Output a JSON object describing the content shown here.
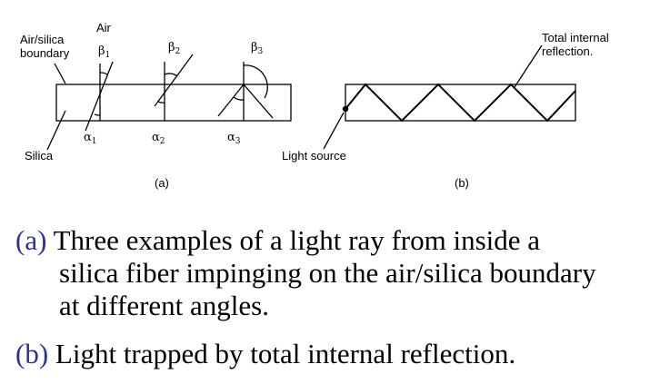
{
  "colors": {
    "caption_tag": "#2f2f9e",
    "text": "#000000",
    "background": "#ffffff"
  },
  "figure_a": {
    "label_air_silica_line1": "Air/silica",
    "label_air_silica_line2": "boundary",
    "label_air": "Air",
    "label_silica": "Silica",
    "beta_symbol": "β",
    "alpha_symbol": "α",
    "subscripts": [
      "1",
      "2",
      "3"
    ],
    "panel_label": "(a)"
  },
  "figure_b": {
    "label_tir_line1": "Total internal",
    "label_tir_line2": "reflection.",
    "label_light_source": "Light source",
    "panel_label": "(b)"
  },
  "captions": {
    "a_tag": "(a)",
    "a_line1": " Three examples of a light ray from inside a",
    "a_line2": "silica fiber impinging on the air/silica boundary",
    "a_line3": "at different angles.",
    "b_tag": "(b)",
    "b_text": " Light trapped by total internal reflection."
  }
}
